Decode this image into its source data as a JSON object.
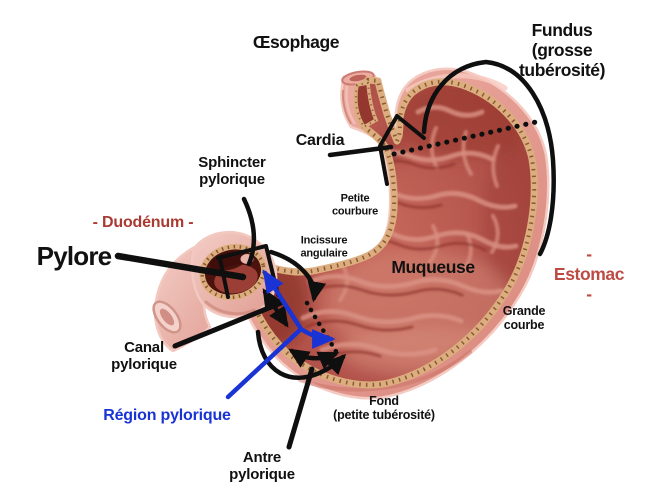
{
  "labels": {
    "oesophage": {
      "text": "Œsophage"
    },
    "fundus": {
      "text": "Fundus\n(grosse\ntubérosité)"
    },
    "cardia": {
      "text": "Cardia"
    },
    "petite_courbure": {
      "text": "Petite\ncourbure"
    },
    "incissure_angulaire": {
      "text": "Incissure\nangulaire"
    },
    "muqueuse": {
      "text": "Muqueuse"
    },
    "estomac": {
      "text": "- Estomac -"
    },
    "grande_courbe": {
      "text": "Grande\ncourbe"
    },
    "sphincter_pylorique": {
      "text": "Sphincter\npylorique"
    },
    "duodenum": {
      "text": "- Duodénum -"
    },
    "pylore": {
      "text": "Pylore"
    },
    "canal_pylorique": {
      "text": "Canal\npylorique"
    },
    "region_pylorique": {
      "text": "Région pylorique"
    },
    "antre_pylorique": {
      "text": "Antre\npylorique"
    },
    "fond": {
      "text": "Fond\n(petite tubérosité)"
    }
  },
  "colors": {
    "label_black": "#111111",
    "duodenum_red": "#a93b33",
    "estomac_red": "#bd4b43",
    "region_blue": "#1a33d4",
    "annotation_black": "#0f0f0f",
    "stomach_wall_pink": "#dd8b80",
    "mucosa_red": "#a8453c",
    "submucosa_tan": "#dcae7f"
  }
}
